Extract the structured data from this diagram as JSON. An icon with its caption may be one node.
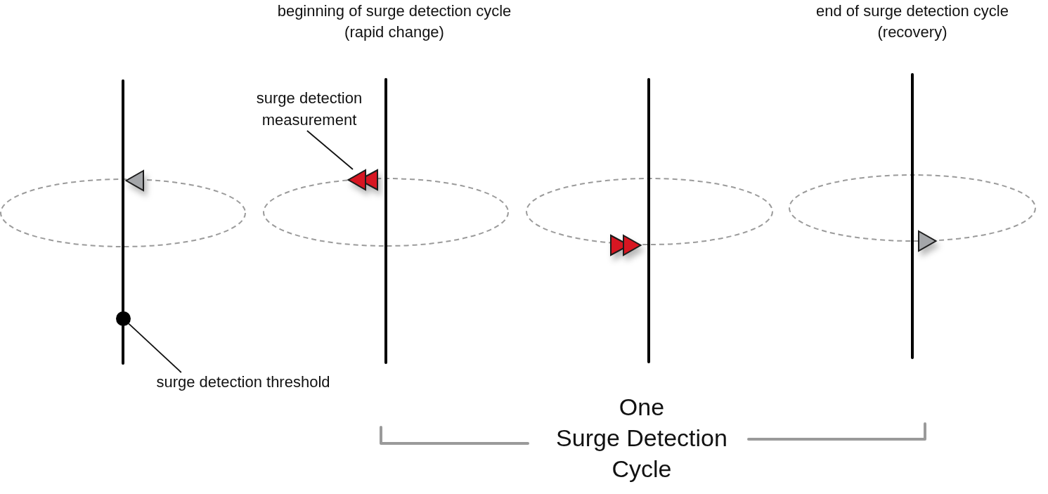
{
  "diagram": {
    "nodes": [
      {
        "text": [
          "surge detection measurement"
        ]
      },
      {
        "text": [],
        "shape": "triangle"
      },
      {
        "text": [
          "surge detection threshold"
        ]
      },
      {
        "text": [],
        "shape": "circle"
      }
    ],
    "edges": [
      {
        "from": 0,
        "to": 1,
        "arrow": "none"
      },
      {
        "from": 2,
        "to": 3,
        "arrow": "none"
      }
    ],
    "labels": [
      "beginning of surge detection cycle (rapid change)",
      "end of surge detection cycle (recovery)",
      "One Surge Detection Cycle"
    ]
  }
}
